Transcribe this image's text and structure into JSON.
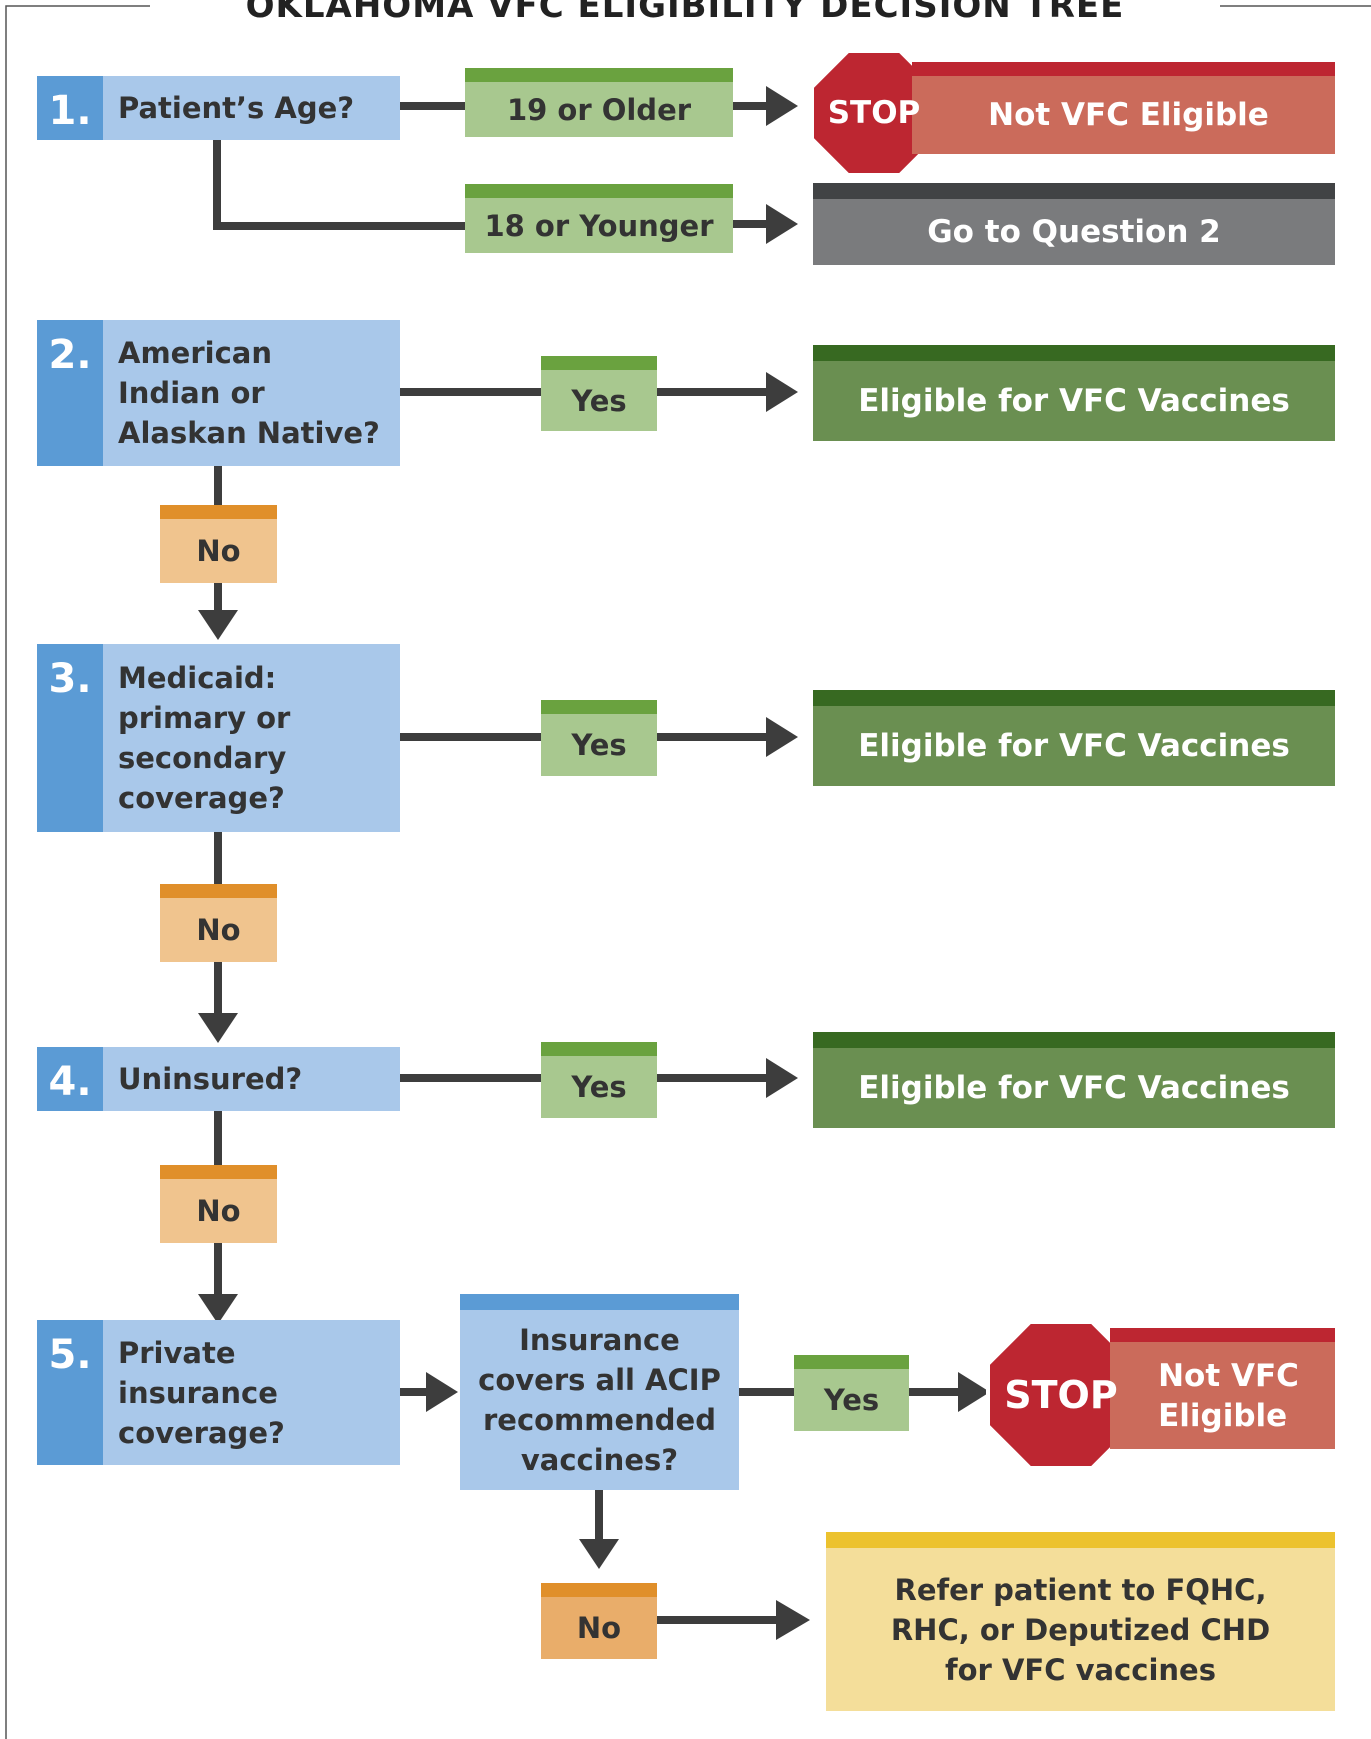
{
  "title": "OKLAHOMA VFC ELIGIBILITY DECISION TREE",
  "q1": {
    "number": "1.",
    "text": "Patient’s Age?",
    "opt_older": "19 or Older",
    "opt_younger": "18 or Younger",
    "stop": "STOP",
    "not_eligible": "Not VFC Eligible",
    "goto": "Go to Question 2"
  },
  "q2": {
    "number": "2.",
    "lines": [
      "American",
      "Indian or",
      "Alaskan Native?"
    ],
    "yes": "Yes",
    "no": "No",
    "result": "Eligible for VFC Vaccines"
  },
  "q3": {
    "number": "3.",
    "lines": [
      "Medicaid:",
      "primary or",
      "secondary",
      "coverage?"
    ],
    "yes": "Yes",
    "no": "No",
    "result": "Eligible for VFC Vaccines"
  },
  "q4": {
    "number": "4.",
    "text": "Uninsured?",
    "yes": "Yes",
    "no": "No",
    "result": "Eligible for VFC Vaccines"
  },
  "q5": {
    "number": "5.",
    "lines": [
      "Private",
      "insurance",
      "coverage?"
    ],
    "sub_lines": [
      "Insurance",
      "covers all ACIP",
      "recommended",
      "vaccines?"
    ],
    "yes": "Yes",
    "no": "No",
    "stop": "STOP",
    "not_eligible_lines": [
      "Not VFC",
      "Eligible"
    ],
    "refer_lines": [
      "Refer patient to FQHC,",
      "RHC, or Deputized CHD",
      "for VFC vaccines"
    ]
  },
  "colors": {
    "question_fill": "#a9c8ea",
    "question_number": "#5b9bd5",
    "yes_green": "#a8c88f",
    "no_orange": "#f0c48e",
    "eligible_green": "#6a8f51",
    "stop_red": "#bd2631",
    "refer_yellow": "#f4de9a",
    "connector": "#3d3d3d"
  }
}
